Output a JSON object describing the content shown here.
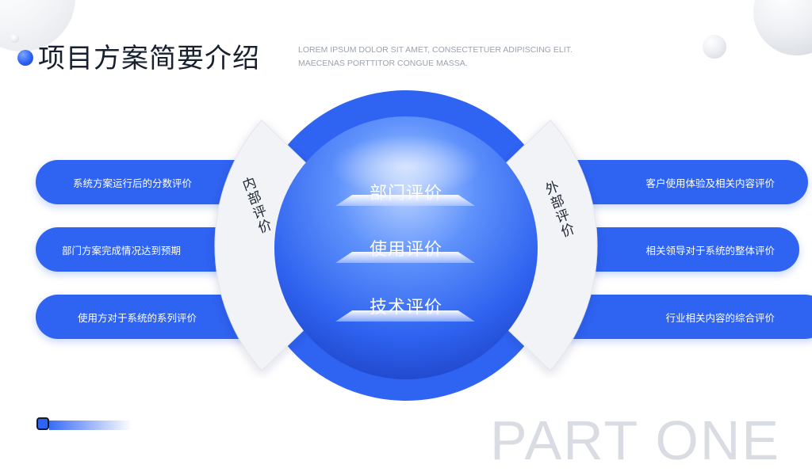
{
  "header": {
    "title": "项目方案简要介绍",
    "subtitle": "LOREM IPSUM DOLOR SIT AMET, CONSECTETUER ADIPISCING ELIT. MAECENAS PORTTITOR CONGUE MASSA."
  },
  "left_items": [
    "系统方案运行后的分数评价",
    "部门方案完成情况达到预期",
    "使用方对于系统的系列评价"
  ],
  "right_items": [
    "客户使用体验及相关内容评价",
    "相关领导对于系统的整体评价",
    "行业相关内容的综合评价"
  ],
  "left_label": "内部评价",
  "right_label": "外部评价",
  "center_items": [
    "部门评价",
    "使用评价",
    "技术评价"
  ],
  "footer": {
    "part_text": "PART ONE"
  },
  "colors": {
    "accent": "#2f63f2",
    "text_dark": "#16202f",
    "muted": "#9aa3b0"
  }
}
